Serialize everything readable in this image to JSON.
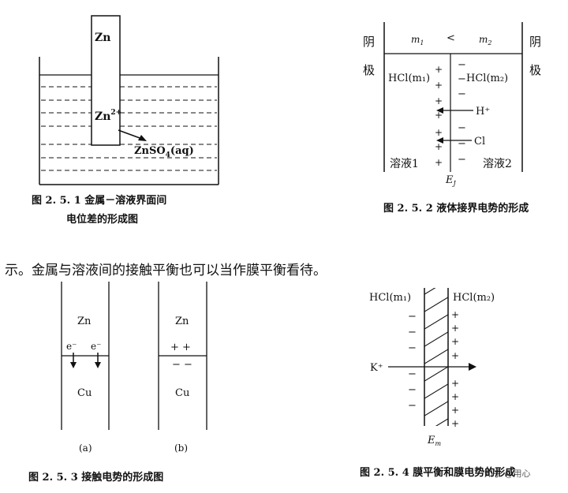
{
  "fig1": {
    "electrode": "Zn",
    "ion_base": "Zn",
    "ion_sup": "2+",
    "solution_base": "ZnSO",
    "solution_sub": "4",
    "solution_suffix": "(aq)",
    "caption_line1": "图 2. 5. 1  金属－溶液界面间",
    "caption_line2": "电位差的形成图"
  },
  "fig2": {
    "left_electrode": "阴极",
    "right_electrode": "阴极",
    "m1_base": "m",
    "m1_sub": "1",
    "lt": "<",
    "m2_base": "m",
    "m2_sub": "2",
    "hcl1": "HCl(m₁)",
    "hcl2": "HCl(m₂)",
    "h_ion": "H⁺",
    "cl_ion": "Cl",
    "solution1": "溶液1",
    "solution2": "溶液2",
    "ej_base": "E",
    "ej_sub": "J",
    "caption": "图 2. 5. 2   液体接界电势的形成"
  },
  "sentence": "示。金属与溶液间的接触平衡也可以当作膜平衡看待。",
  "fig3": {
    "zn": "Zn",
    "cu": "Cu",
    "electron": "e⁻",
    "label_a": "(a)",
    "label_b": "(b)",
    "caption": "图 2. 5. 3   接触电势的形成图"
  },
  "fig4": {
    "hcl1": "HCl(m₁)",
    "hcl2": "HCl(m₂)",
    "k_ion": "K⁺",
    "em_base": "E",
    "em_sub": "m",
    "caption": "图 2. 5. 4   膜平衡和膜电势的形成",
    "watermark": "知乎 @用心"
  },
  "chart_data": {
    "type": "diagram",
    "panels": [
      {
        "id": "fig1",
        "elements": [
          "Zn electrode",
          "Zn2+ ions",
          "ZnSO4(aq) solution"
        ]
      },
      {
        "id": "fig2",
        "relation": "m1 < m2",
        "ions": [
          "H+",
          "Cl"
        ],
        "potential": "EJ"
      },
      {
        "id": "fig3",
        "subfigures": [
          "(a)",
          "(b)"
        ],
        "metals": [
          "Zn",
          "Cu"
        ]
      },
      {
        "id": "fig4",
        "ion": "K+",
        "potential": "Em"
      }
    ]
  }
}
